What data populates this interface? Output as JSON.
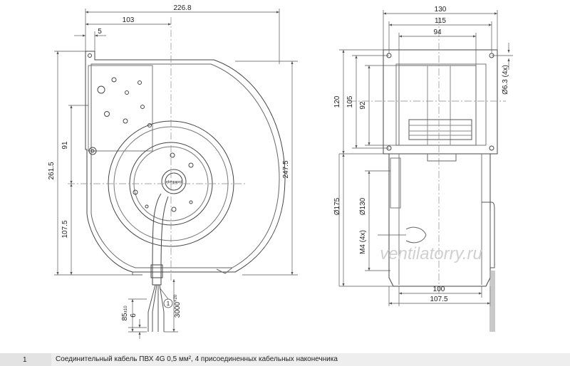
{
  "colors": {
    "line": "#444444",
    "dim": "#555555",
    "center": "#888888",
    "watermark": "#cccccc",
    "footer_bg": "#e3e3e3"
  },
  "front_view": {
    "dim_total_width": "226.8",
    "dim_to_center": "103",
    "dim_flange": "5",
    "dim_height": "261.5",
    "dim_upper": "91",
    "dim_lower": "107.5",
    "dim_right_height": "247.5",
    "callout_number": "1",
    "cable_length": "3000",
    "cable_length_tol": "+20",
    "strip_length": "85",
    "strip_length_tol": "±10",
    "strip_short": "6",
    "hub_label": "ebmpapst"
  },
  "side_view": {
    "dim_130": "130",
    "dim_115": "115",
    "dim_94": "94",
    "dim_120": "120",
    "dim_105": "105",
    "dim_92": "92",
    "dim_hole": "Ø6.3 (4x)",
    "dim_175": "Ø175",
    "dim_130_dia": "Ø130",
    "dim_m4": "M4 (4x)",
    "dim_100": "100",
    "dim_107_5": "107.5"
  },
  "watermark": "ventilatorry.ru",
  "footer": {
    "number": "1",
    "text": "Соединительный кабель ПВХ 4G 0,5 мм², 4 присоединенных кабельных наконечника"
  }
}
